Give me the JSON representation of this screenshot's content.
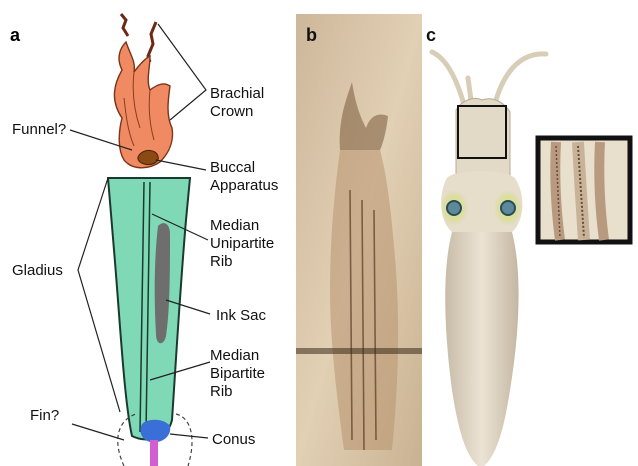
{
  "panels": {
    "a": {
      "letter": "a",
      "labels": {
        "brachial_1": "Brachial",
        "brachial_2": "Crown",
        "funnel": "Funnel?",
        "buccal_1": "Buccal",
        "buccal_2": "Apparatus",
        "median_uni_1": "Median",
        "median_uni_2": "Unipartite",
        "median_uni_3": "Rib",
        "gladius": "Gladius",
        "ink_sac": "Ink Sac",
        "median_bi_1": "Median",
        "median_bi_2": "Bipartite",
        "median_bi_3": "Rib",
        "fin": "Fin?",
        "conus": "Conus"
      }
    },
    "b": {
      "letter": "b"
    },
    "c": {
      "letter": "c"
    }
  },
  "colors": {
    "brachial_crown": "#f08a62",
    "gladius": "#7fd9b6",
    "ink_sac": "#6e6e6e",
    "buccal": "#8a4a12",
    "conus": "#3b6fd8",
    "fossil_slab": "#d8c4a4",
    "squid_body": "#ddd2c0"
  }
}
